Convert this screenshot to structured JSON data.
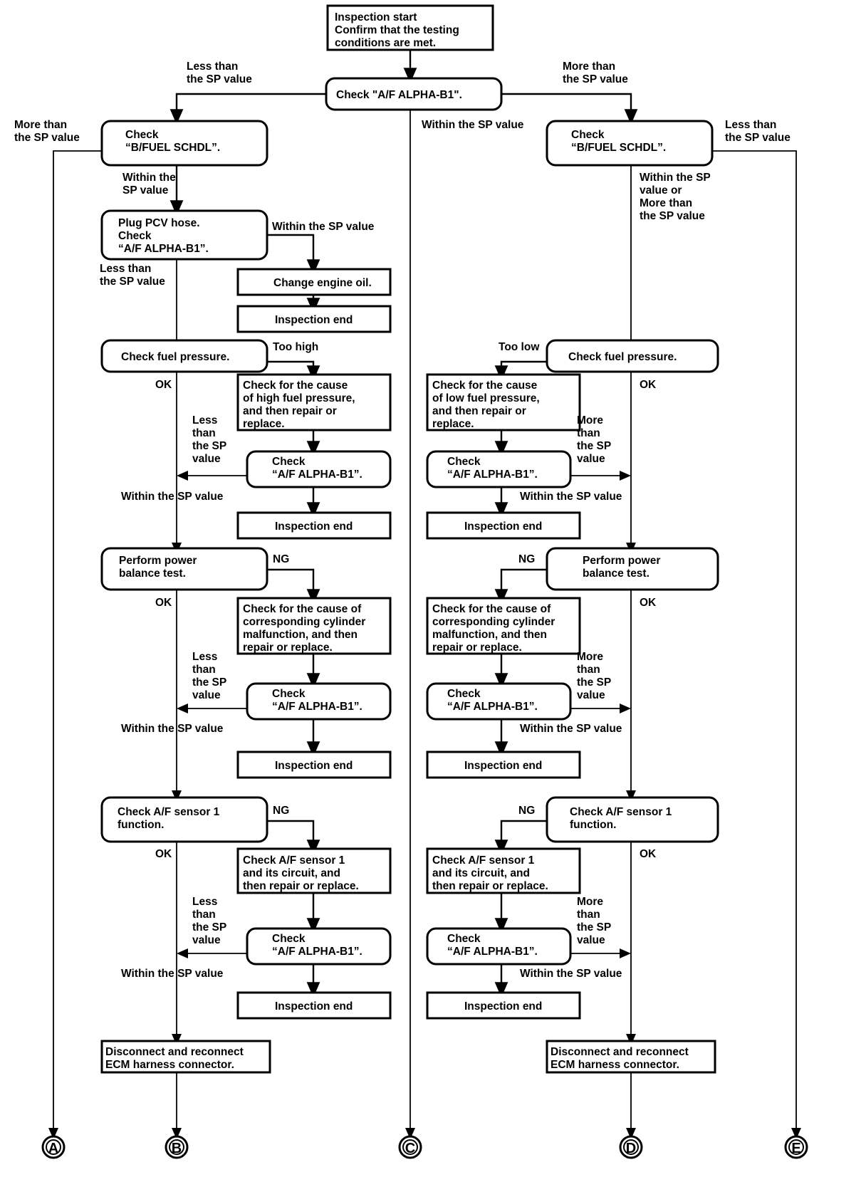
{
  "diagram": {
    "title": "A/F ALPHA-B1 diagnostic flowchart",
    "type": "flowchart",
    "nodes": {
      "start": "Inspection start\nConfirm that the testing\nconditions are met.",
      "check_af_top": "Check \"A/F ALPHA-B1\".",
      "left_bfuel": "Check\n\"B/FUEL SCHDL\".",
      "right_bfuel": "Check\n\"B/FUEL SCHDL\".",
      "plug_pcv": "Plug PCV hose.\nCheck\n\"A/F ALPHA-B1\".",
      "change_oil": "Change engine oil.",
      "insp_end_1": "Inspection end",
      "left_fuel_press": "Check fuel pressure.",
      "high_fuel_cause": "Check for the cause\nof high fuel pressure,\nand then repair or\nreplace.",
      "check_af_l1": "Check\n\"A/F ALPHA-B1\".",
      "insp_end_2": "Inspection end",
      "right_fuel_press": "Check fuel pressure.",
      "low_fuel_cause": "Check for the cause\nof low fuel pressure,\nand then repair or\nreplace.",
      "check_af_r1": "Check\n\"A/F ALPHA-B1\".",
      "insp_end_3": "Inspection end",
      "left_power_balance": "Perform power\nbalance test.",
      "left_cyl_cause": "Check for the cause of\ncorresponding cylinder\nmalfunction, and then\nrepair or replace.",
      "check_af_l2": "Check\n\"A/F ALPHA-B1\".",
      "insp_end_4": "Inspection end",
      "right_power_balance": "Perform power\nbalance test.",
      "right_cyl_cause": "Check for the cause of\ncorresponding cylinder\nmalfunction, and then\nrepair or replace.",
      "check_af_r2": "Check\n\"A/F ALPHA-B1\".",
      "insp_end_5": "Inspection end",
      "left_sensor": "Check A/F sensor 1\nfunction.",
      "left_sensor_repair": "Check A/F sensor 1\nand its circuit, and\nthen repair or replace.",
      "check_af_l3": "Check\n\"A/F ALPHA-B1\".",
      "insp_end_6": "Inspection end",
      "right_sensor": "Check A/F sensor 1\nfunction.",
      "right_sensor_repair": "Check A/F sensor 1\nand its circuit, and\nthen repair or replace.",
      "check_af_r3": "Check\n\"A/F ALPHA-B1\".",
      "insp_end_7": "Inspection end",
      "left_ecm": "Disconnect and reconnect\nECM harness connector.",
      "right_ecm": "Disconnect and reconnect\nECM harness connector."
    },
    "node_lines": {
      "start": [
        "Inspection start",
        "Confirm that the testing",
        "conditions are met."
      ],
      "check_af_top": [
        "Check \"A/F ALPHA-B1\"."
      ],
      "left_bfuel": [
        "Check",
        "“B/FUEL SCHDL”."
      ],
      "right_bfuel": [
        "Check",
        "“B/FUEL SCHDL”."
      ],
      "plug_pcv": [
        "Plug PCV hose.",
        "Check",
        "“A/F ALPHA-B1”."
      ],
      "change_oil": [
        "Change engine oil."
      ],
      "insp_end": [
        "Inspection end"
      ],
      "fuel_press": [
        "Check fuel pressure."
      ],
      "high_fuel_cause": [
        "Check for the cause",
        "of high fuel pressure,",
        "and then repair or",
        "replace."
      ],
      "low_fuel_cause": [
        "Check for the cause",
        "of low fuel pressure,",
        "and then repair or",
        "replace."
      ],
      "check_af": [
        "Check",
        "“A/F ALPHA-B1”."
      ],
      "power_balance": [
        "Perform power",
        "balance test."
      ],
      "cyl_cause": [
        "Check for the cause of",
        "corresponding cylinder",
        "malfunction, and then",
        "repair or replace."
      ],
      "sensor_fn": [
        "Check A/F sensor 1",
        "function."
      ],
      "sensor_repair": [
        "Check A/F sensor 1",
        "and its circuit, and",
        "then repair or replace."
      ],
      "ecm": [
        "Disconnect and reconnect",
        "ECM harness connector."
      ]
    },
    "edge_labels": {
      "less_than_sp": [
        "Less than",
        "the SP value"
      ],
      "more_than_sp": [
        "More than",
        "the SP value"
      ],
      "within_sp": [
        "Within the",
        "SP value"
      ],
      "within_sp_1line": "Within the SP value",
      "within_or_more": [
        "Within the SP",
        "value or",
        "More than",
        "the SP value"
      ],
      "less_narrow": [
        "Less",
        "than",
        "the SP",
        "value"
      ],
      "more_narrow": [
        "More",
        "than",
        "the SP",
        "value"
      ],
      "too_high": "Too high",
      "too_low": "Too low",
      "ok": "OK",
      "ng": "NG"
    },
    "connectors": [
      "A",
      "B",
      "C",
      "D",
      "E"
    ],
    "colors": {
      "stroke": "#000000",
      "fill": "#ffffff",
      "text": "#000000"
    }
  }
}
